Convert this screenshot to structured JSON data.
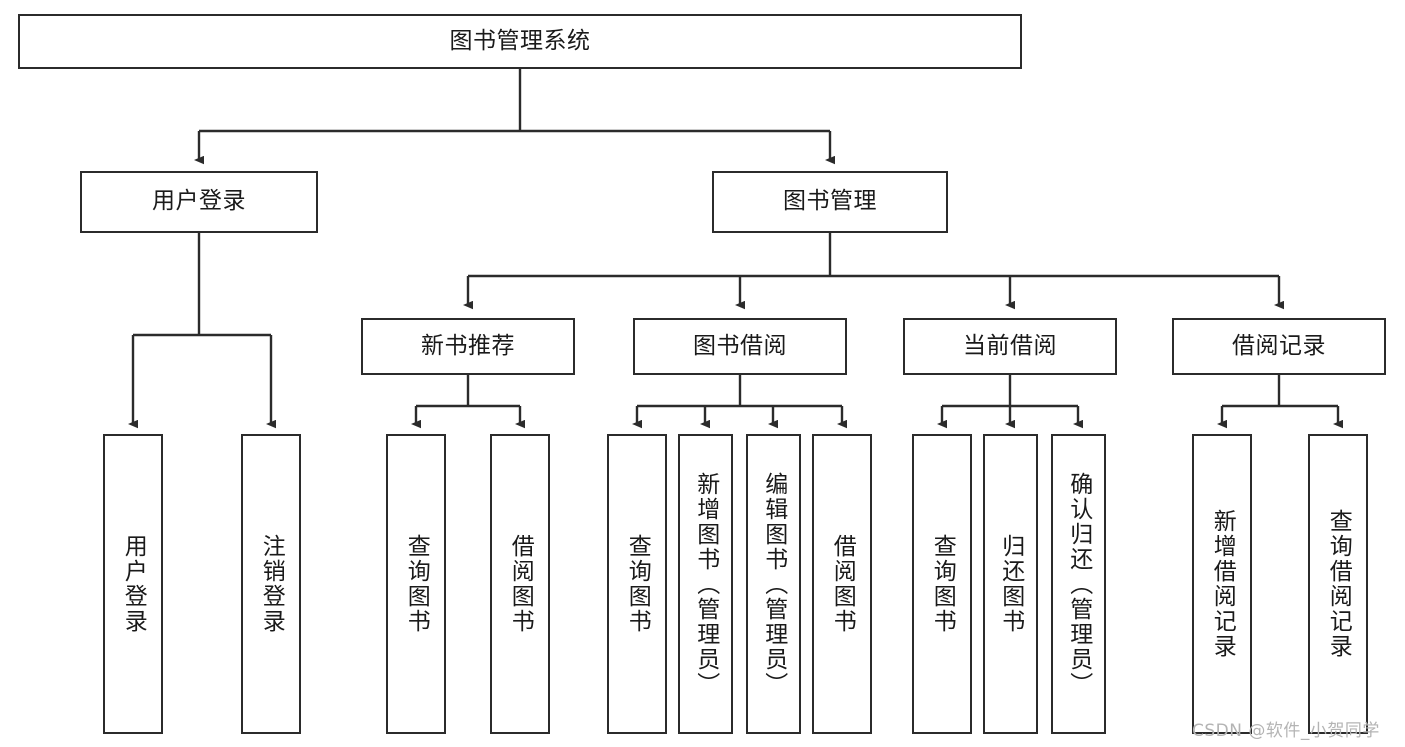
{
  "diagram": {
    "title": "图书管理系统",
    "type": "tree-hierarchy-chart",
    "root": {
      "id": "root",
      "label": "图书管理系统"
    },
    "level2": [
      {
        "id": "user-login",
        "label": "用户登录"
      },
      {
        "id": "book-management",
        "label": "图书管理"
      }
    ],
    "level3": [
      {
        "id": "new-book-recommend",
        "label": "新书推荐",
        "parent": "book-management"
      },
      {
        "id": "book-borrow",
        "label": "图书借阅",
        "parent": "book-management"
      },
      {
        "id": "current-borrow",
        "label": "当前借阅",
        "parent": "book-management"
      },
      {
        "id": "borrow-record",
        "label": "借阅记录",
        "parent": "book-management"
      }
    ],
    "leaves": [
      {
        "id": "leaf-user-login",
        "label": "用户登录",
        "parent": "user-login"
      },
      {
        "id": "leaf-user-logout",
        "label": "注销登录",
        "parent": "user-login"
      },
      {
        "id": "leaf-query-book-1",
        "label": "查询图书",
        "parent": "new-book-recommend"
      },
      {
        "id": "leaf-borrow-book-1",
        "label": "借阅图书",
        "parent": "new-book-recommend"
      },
      {
        "id": "leaf-query-book-2",
        "label": "查询图书",
        "parent": "book-borrow"
      },
      {
        "id": "leaf-add-book",
        "label": "新增图书（管理员）",
        "parent": "book-borrow"
      },
      {
        "id": "leaf-edit-book",
        "label": "编辑图书（管理员）",
        "parent": "book-borrow"
      },
      {
        "id": "leaf-borrow-book-2",
        "label": "借阅图书",
        "parent": "book-borrow"
      },
      {
        "id": "leaf-query-book-3",
        "label": "查询图书",
        "parent": "current-borrow"
      },
      {
        "id": "leaf-return-book",
        "label": "归还图书",
        "parent": "current-borrow"
      },
      {
        "id": "leaf-confirm-return",
        "label": "确认归还（管理员）",
        "parent": "current-borrow"
      },
      {
        "id": "leaf-add-record",
        "label": "新增借阅记录",
        "parent": "borrow-record"
      },
      {
        "id": "leaf-query-record",
        "label": "查询借阅记录",
        "parent": "borrow-record"
      }
    ],
    "watermark": "CSDN @软件_小贺同学",
    "colors": {
      "stroke": "#2b2b2b",
      "fill": "#ffffff",
      "text": "#1a1a1a",
      "watermark": "#b4b4b4"
    }
  }
}
